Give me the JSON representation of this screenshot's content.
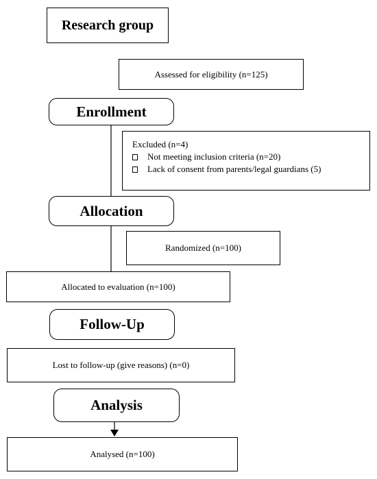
{
  "research_group": "Research group",
  "assessed": "Assessed for eligibility (n=125)",
  "stages": {
    "enrollment": "Enrollment",
    "allocation": "Allocation",
    "follow_up": "Follow-Up",
    "analysis": "Analysis"
  },
  "excluded": {
    "title": "Excluded (n=4)",
    "items": [
      "Not meeting inclusion criteria (n=20)",
      "Lack of consent from parents/legal guardians (5)"
    ]
  },
  "randomized": "Randomized (n=100)",
  "allocated": "Allocated to evaluation (n=100)",
  "lost": "Lost to follow-up (give reasons) (n=0)",
  "analysed": "Analysed (n=100)"
}
